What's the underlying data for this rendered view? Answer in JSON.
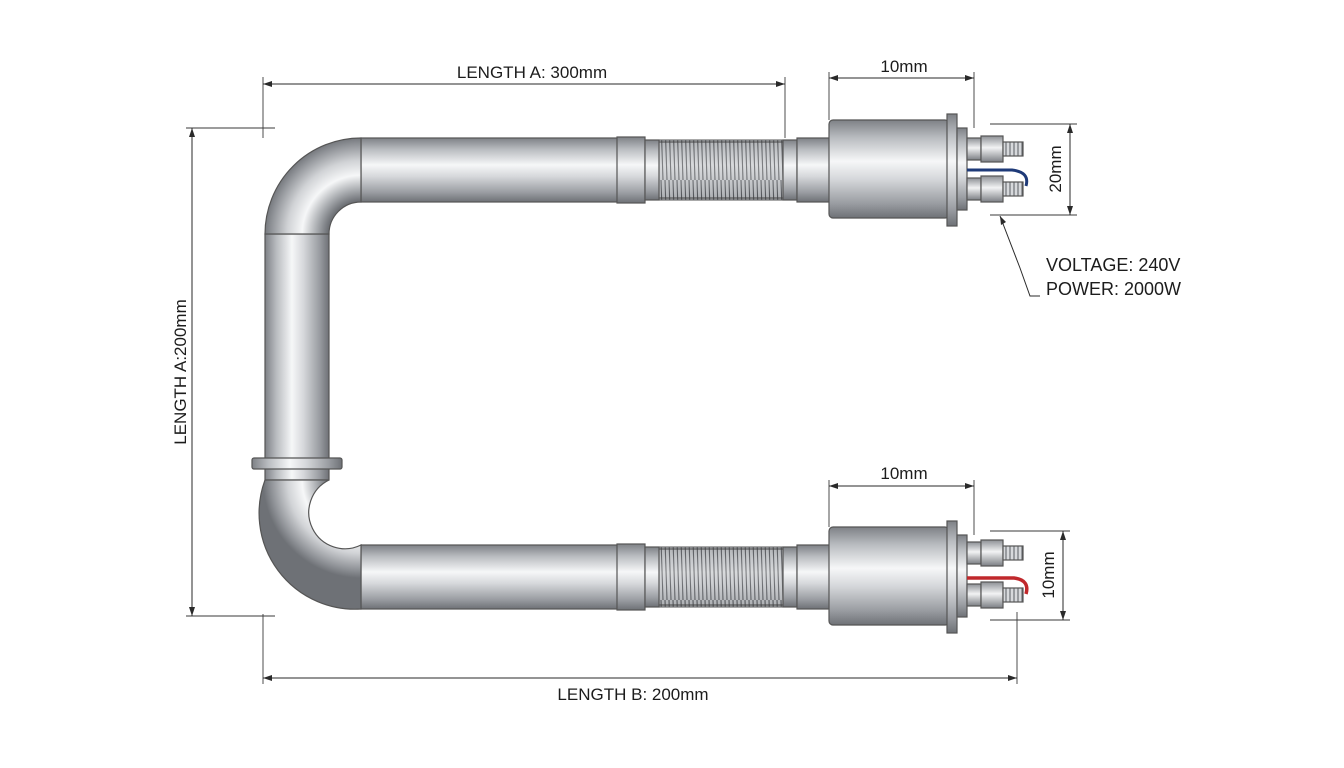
{
  "dimensions": {
    "length_a_top": "LENGTH A: 300mm",
    "length_a_side": "LENGTH A:200mm",
    "length_b": "LENGTH B: 200mm",
    "top_fitting_width": "10mm",
    "top_terminal_height": "20mm",
    "bottom_fitting_width": "10mm",
    "bottom_terminal_height": "10mm"
  },
  "specs": {
    "voltage": "VOLTAGE: 240V",
    "power": "POWER: 2000W"
  },
  "colors": {
    "top_wire": "#1e3a78",
    "bottom_wire": "#c0282c",
    "metal_dark": "#8a8d92",
    "metal_light": "#f4f5f6",
    "line": "#2a2a2a"
  }
}
